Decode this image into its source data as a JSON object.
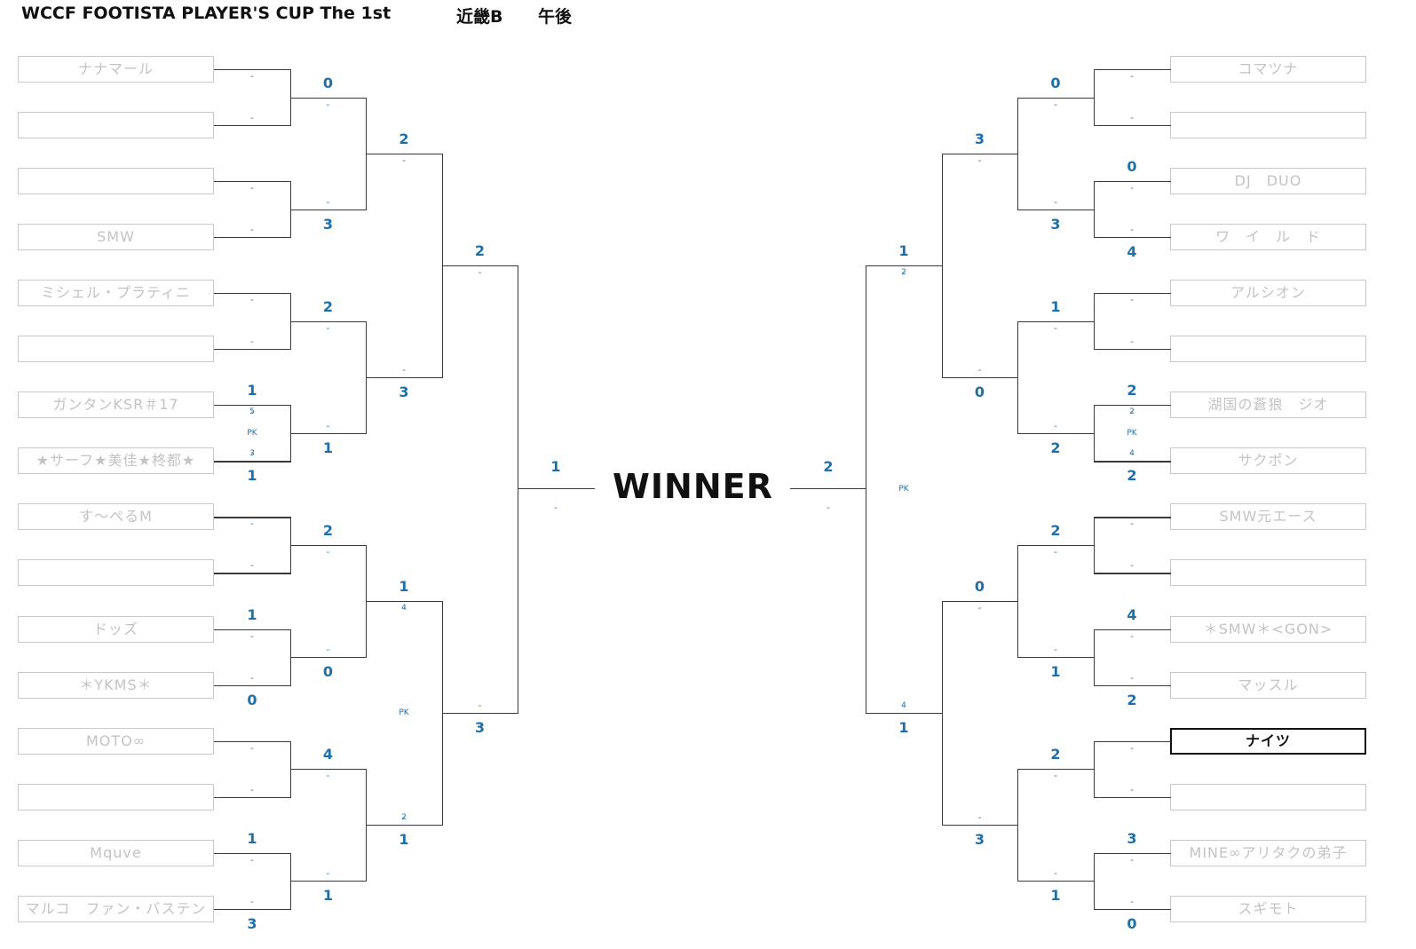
{
  "header": {
    "title": "WCCF FOOTISTA PLAYER'S CUP The 1st",
    "region": "近畿B",
    "session": "午後"
  },
  "winner_label": "WINNER",
  "left_players": [
    "ナナマール",
    "",
    "",
    "SMW",
    "ミシェル・プラティニ",
    "",
    "ガンタンKSR＃17",
    "★サーフ★美佳★柊都★",
    "す～ぺるM",
    "",
    "ドッズ",
    "＊YKMS＊",
    "MOTO∞",
    "",
    "Mquve",
    "マルコ　ファン・バステン"
  ],
  "right_players": [
    "コマツナ",
    "",
    "DJ　DUO",
    "ワ　イ　ル　ド",
    "アルシオン",
    "",
    "湖国の蒼狼　ジオ",
    "サクポン",
    "SMW元エース",
    "",
    "＊SMW＊<GON>",
    "マッスル",
    "ナイツ",
    "",
    "MINE∞アリタクの弟子",
    "スギモト"
  ],
  "highlighted_player": "ナイツ",
  "pk_label": "PK",
  "placeholder": "-",
  "left_scores": {
    "r1": [
      {
        "top": "",
        "bottom": "",
        "pk_top": "",
        "pk_bottom": ""
      },
      {
        "top": "",
        "bottom": "",
        "pk_top": "",
        "pk_bottom": ""
      },
      {
        "top": "",
        "bottom": "",
        "pk_top": "",
        "pk_bottom": ""
      },
      {
        "top": "1",
        "bottom": "1",
        "pk_top": "5",
        "pk_bottom": "3"
      },
      {
        "top": "",
        "bottom": "",
        "pk_top": "",
        "pk_bottom": ""
      },
      {
        "top": "1",
        "bottom": "0",
        "pk_top": "",
        "pk_bottom": ""
      },
      {
        "top": "",
        "bottom": "",
        "pk_top": "",
        "pk_bottom": ""
      },
      {
        "top": "1",
        "bottom": "3",
        "pk_top": "",
        "pk_bottom": ""
      }
    ],
    "r2": [
      {
        "top": "0",
        "bottom": "3",
        "pk_top": "",
        "pk_bottom": ""
      },
      {
        "top": "2",
        "bottom": "1",
        "pk_top": "",
        "pk_bottom": ""
      },
      {
        "top": "2",
        "bottom": "0",
        "pk_top": "",
        "pk_bottom": ""
      },
      {
        "top": "4",
        "bottom": "1",
        "pk_top": "",
        "pk_bottom": ""
      }
    ],
    "r3": [
      {
        "top": "2",
        "bottom": "3",
        "pk_top": "",
        "pk_bottom": ""
      },
      {
        "top": "1",
        "bottom": "1",
        "pk_top": "4",
        "pk_bottom": "2"
      }
    ],
    "r4": [
      {
        "top": "2",
        "bottom": "3",
        "pk_top": "",
        "pk_bottom": ""
      }
    ]
  },
  "right_scores": {
    "r1": [
      {
        "top": "",
        "bottom": "",
        "pk_top": "",
        "pk_bottom": ""
      },
      {
        "top": "0",
        "bottom": "4",
        "pk_top": "",
        "pk_bottom": ""
      },
      {
        "top": "",
        "bottom": "",
        "pk_top": "",
        "pk_bottom": ""
      },
      {
        "top": "2",
        "bottom": "2",
        "pk_top": "2",
        "pk_bottom": "4"
      },
      {
        "top": "",
        "bottom": "",
        "pk_top": "",
        "pk_bottom": ""
      },
      {
        "top": "4",
        "bottom": "2",
        "pk_top": "",
        "pk_bottom": ""
      },
      {
        "top": "",
        "bottom": "",
        "pk_top": "",
        "pk_bottom": ""
      },
      {
        "top": "3",
        "bottom": "0",
        "pk_top": "",
        "pk_bottom": ""
      }
    ],
    "r2": [
      {
        "top": "0",
        "bottom": "3",
        "pk_top": "",
        "pk_bottom": ""
      },
      {
        "top": "1",
        "bottom": "2",
        "pk_top": "",
        "pk_bottom": ""
      },
      {
        "top": "2",
        "bottom": "1",
        "pk_top": "",
        "pk_bottom": ""
      },
      {
        "top": "2",
        "bottom": "1",
        "pk_top": "",
        "pk_bottom": ""
      }
    ],
    "r3": [
      {
        "top": "3",
        "bottom": "0",
        "pk_top": "",
        "pk_bottom": ""
      },
      {
        "top": "0",
        "bottom": "3",
        "pk_top": "",
        "pk_bottom": ""
      }
    ],
    "r4": [
      {
        "top": "1",
        "bottom": "1",
        "pk_top": "2",
        "pk_bottom": "4"
      }
    ]
  },
  "final": {
    "left_score": "1",
    "right_score": "2"
  }
}
